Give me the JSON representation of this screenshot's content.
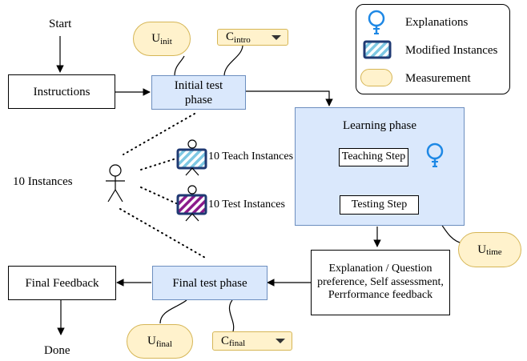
{
  "nodes": {
    "start": "Start",
    "instructions": "Instructions",
    "initial_test": "Initial test phase",
    "learning_phase": "Learning phase",
    "teaching_step": "Teaching Step",
    "testing_step": "Testing Step",
    "instances": "10 Instances",
    "teach_instances": "10 Teach Instances",
    "test_instances": "10 Test Instances",
    "explanation_box": "Explanation / Question preference, Self assessment, Perrformance feedback",
    "final_test": "Final test phase",
    "final_feedback": "Final Feedback",
    "done": "Done"
  },
  "measures": {
    "u_init": {
      "base": "U",
      "sub": "init"
    },
    "c_intro": {
      "base": "C",
      "sub": "intro"
    },
    "u_time": {
      "base": "U",
      "sub": "time"
    },
    "u_final": {
      "base": "U",
      "sub": "final"
    },
    "c_final": {
      "base": "C",
      "sub": "final"
    }
  },
  "legend": {
    "explanations": "Explanations",
    "modified_instances": "Modified Instances",
    "measurement": "Measurement"
  },
  "colors": {
    "phase_fill": "#dae8fc",
    "phase_border": "#6c8ebf",
    "measure_fill": "#fff2cc",
    "measure_border": "#d6b656",
    "bulb": "#1e88e5",
    "teach_stripe": "#7ec8e3",
    "test_stripe": "#8b1a8b",
    "instance_border": "#1f3a73"
  },
  "icons": [
    "lightbulb-icon",
    "stick-figure-icon",
    "striped-instance-icon",
    "dropdown-arrow-icon"
  ]
}
